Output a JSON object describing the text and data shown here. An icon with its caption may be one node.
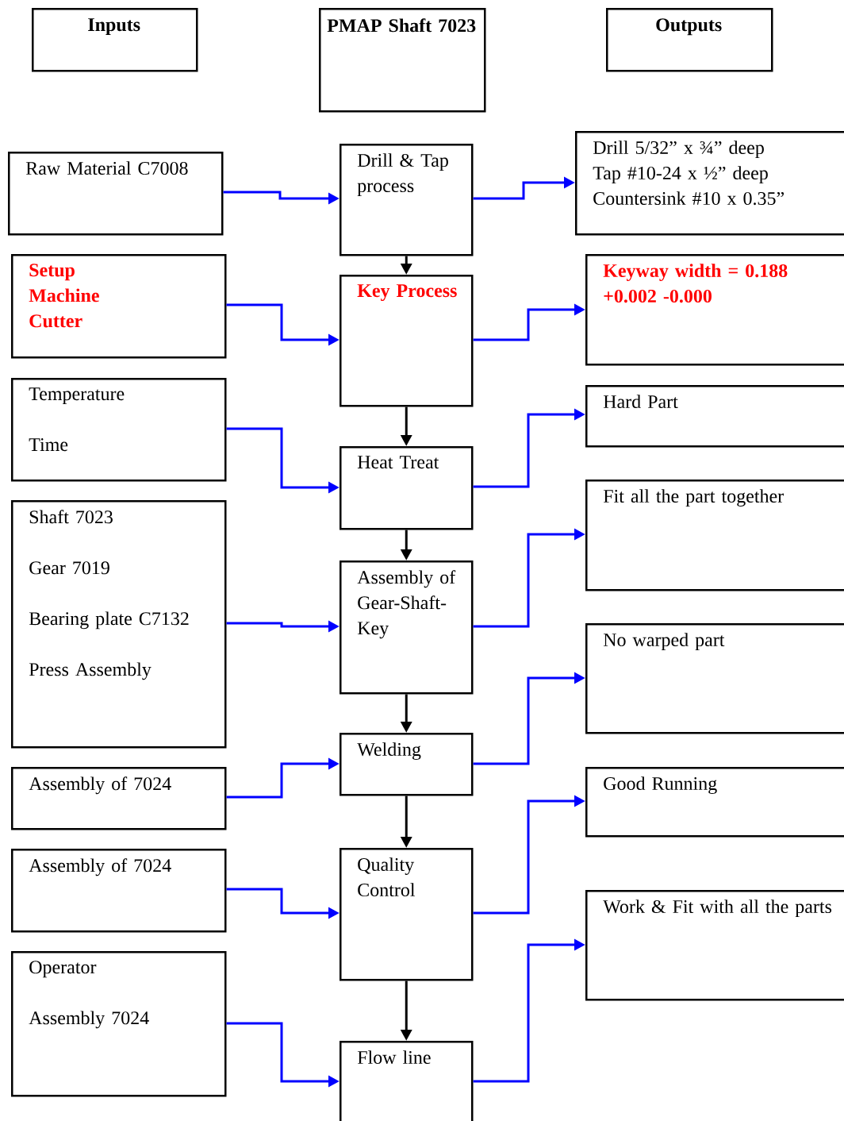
{
  "diagram": {
    "nodes": [
      {
        "text": [
          "Inputs"
        ]
      },
      {
        "text": [
          "PMAP Shaft 7023"
        ]
      },
      {
        "text": [
          "Outputs"
        ]
      },
      {
        "text": [
          "Raw Material C7008"
        ]
      },
      {
        "text": [
          "Drill & Tap process"
        ]
      },
      {
        "text": [
          "Drill 5/32” x ¾” deep",
          "Tap #10-24 x ½” deep",
          "Countersink #10 x 0.35”"
        ]
      },
      {
        "text": [
          "Setup",
          "Machine",
          "Cutter"
        ]
      },
      {
        "text": [
          "Key Process"
        ]
      },
      {
        "text": [
          "Keyway width = 0.188 +0.002 -0.000"
        ]
      },
      {
        "text": [
          "Temperature",
          "Time"
        ]
      },
      {
        "text": [
          "Heat Treat"
        ]
      },
      {
        "text": [
          "Hard Part"
        ]
      },
      {
        "text": [
          "Shaft 7023",
          "Gear 7019",
          "Bearing plate C7132",
          "Press Assembly"
        ]
      },
      {
        "text": [
          "Assembly of Gear-Shaft-Key"
        ]
      },
      {
        "text": [
          "Fit all the part together"
        ]
      },
      {
        "text": [
          "No warped part"
        ]
      },
      {
        "text": [
          "Assembly of 7024"
        ]
      },
      {
        "text": [
          "Welding"
        ]
      },
      {
        "text": [
          "Good Running"
        ]
      },
      {
        "text": [
          "Assembly of 7024"
        ]
      },
      {
        "text": [
          "Quality Control"
        ]
      },
      {
        "text": [
          "Work & Fit with all the parts"
        ]
      },
      {
        "text": [
          "Operator",
          "Assembly 7024"
        ]
      },
      {
        "text": [
          "Flow line"
        ]
      }
    ],
    "edges": [
      {
        "from": 3,
        "to": 4,
        "arrow": "to"
      },
      {
        "from": 4,
        "to": 5,
        "arrow": "to"
      },
      {
        "from": 4,
        "to": 7,
        "arrow": "to",
        "color": "#000000"
      },
      {
        "from": 6,
        "to": 7,
        "arrow": "to"
      },
      {
        "from": 7,
        "to": 8,
        "arrow": "to"
      },
      {
        "from": 7,
        "to": 10,
        "arrow": "to",
        "color": "#000000"
      },
      {
        "from": 9,
        "to": 10,
        "arrow": "to"
      },
      {
        "from": 10,
        "to": 11,
        "arrow": "to"
      },
      {
        "from": 10,
        "to": 13,
        "arrow": "to",
        "color": "#000000"
      },
      {
        "from": 12,
        "to": 13,
        "arrow": "to"
      },
      {
        "from": 13,
        "to": 14,
        "arrow": "to"
      },
      {
        "from": 13,
        "to": 17,
        "arrow": "to",
        "color": "#000000"
      },
      {
        "from": 16,
        "to": 17,
        "arrow": "to"
      },
      {
        "from": 17,
        "to": 15,
        "arrow": "to"
      },
      {
        "from": 17,
        "to": 20,
        "arrow": "to",
        "color": "#000000"
      },
      {
        "from": 19,
        "to": 20,
        "arrow": "to"
      },
      {
        "from": 20,
        "to": 18,
        "arrow": "to"
      },
      {
        "from": 20,
        "to": 23,
        "arrow": "to",
        "color": "#000000"
      },
      {
        "from": 22,
        "to": 23,
        "arrow": "to"
      },
      {
        "from": 23,
        "to": 21,
        "arrow": "to"
      }
    ]
  }
}
